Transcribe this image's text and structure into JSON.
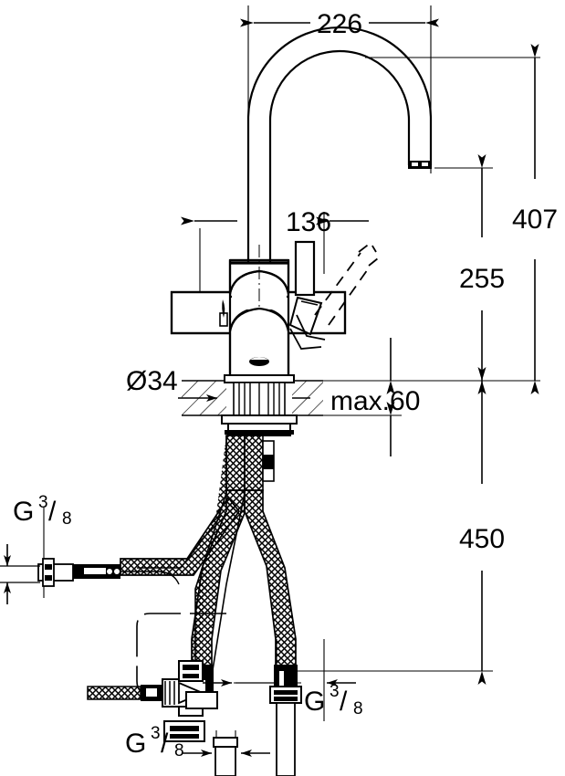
{
  "drawing": {
    "title": "Kitchen mixer tap technical dimension drawing",
    "units": "mm",
    "line_color": "#000000",
    "background_color": "#ffffff"
  },
  "dimensions": {
    "spout_reach": "226",
    "total_height": "407",
    "spout_height": "255",
    "handle_width": "136",
    "base_diameter": "Ø34",
    "worktop_thickness": "max.60",
    "hose_length": "450"
  },
  "connections": {
    "left_thread": {
      "letter": "G",
      "numerator": "3",
      "denominator": "8"
    },
    "right_thread": {
      "letter": "G",
      "numerator": "3",
      "denominator": "8"
    },
    "bottom_thread": {
      "letter": "G",
      "numerator": "3",
      "denominator": "8"
    }
  },
  "parts": {
    "spout": "curved-c-spout",
    "aerator": "aerator-outlet",
    "left_handle": "left-lever-handle",
    "right_handle": "right-lever-handle",
    "body": "mixer-body",
    "worktop": "worktop-section-hatched",
    "shank": "threaded-mounting-shank",
    "hoses": "braided-flexible-hoses",
    "tee": "tee-fitting-with-valve"
  }
}
